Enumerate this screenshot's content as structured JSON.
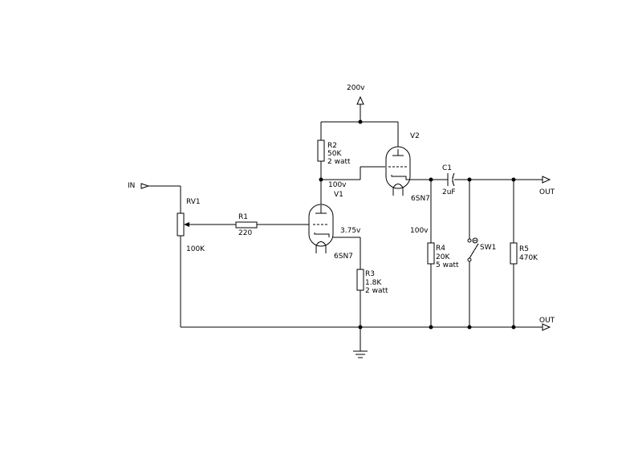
{
  "supply": {
    "label": "200v"
  },
  "input": {
    "label": "IN"
  },
  "outputs": {
    "top": "OUT",
    "bottom": "OUT"
  },
  "RV1": {
    "ref": "RV1",
    "value": "100K"
  },
  "R1": {
    "ref": "R1",
    "value": "220"
  },
  "R2": {
    "ref": "R2",
    "value": "50K",
    "rating": "2 watt"
  },
  "R3": {
    "ref": "R3",
    "value": "1.8K",
    "rating": "2 watt"
  },
  "R4": {
    "ref": "R4",
    "value": "20K",
    "rating": "5 watt"
  },
  "R5": {
    "ref": "R5",
    "value": "470K"
  },
  "C1": {
    "ref": "C1",
    "value": "2uF"
  },
  "V1": {
    "ref": "V1",
    "type": "6SN7"
  },
  "V2": {
    "ref": "V2",
    "type": "6SN7"
  },
  "SW1": {
    "ref": "SW1"
  },
  "voltages": {
    "v1_plate": "100v",
    "v1_cathode": "3.75v",
    "v2_cathode": "100v"
  }
}
